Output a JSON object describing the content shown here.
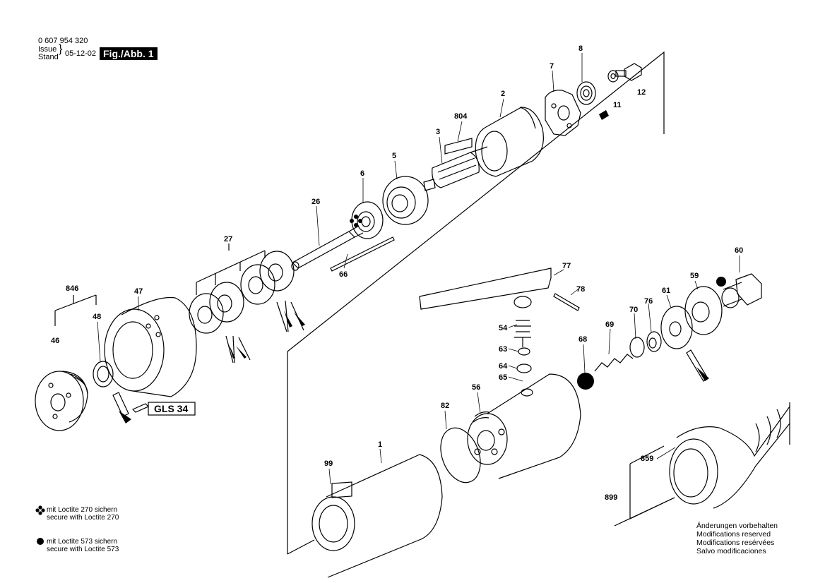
{
  "header": {
    "part_number": "0 607 954 320",
    "issue_label": "Issue",
    "stand_label": "Stand",
    "date": "05-12-02",
    "figure_label": "Fig./Abb. 1"
  },
  "callouts": [
    "8",
    "7",
    "2",
    "11",
    "12",
    "804",
    "3",
    "5",
    "6",
    "26",
    "27",
    "66",
    "77",
    "78",
    "60",
    "59",
    "61",
    "76",
    "70",
    "69",
    "68",
    "54",
    "63",
    "64",
    "65",
    "846",
    "47",
    "48",
    "46",
    "56",
    "82",
    "1",
    "99",
    "859",
    "899"
  ],
  "tube_label": "GLS 34",
  "legend": {
    "clover_line1": "mit Loctite 270 sichern",
    "clover_line2": "secure with Loctite 270",
    "dot_line1": "mit Loctite 573 sichern",
    "dot_line2": "secure with Loctite 573"
  },
  "modifications": [
    "Änderungen vorbehalten",
    "Modifications reserved",
    "Modifications resérvées",
    "Salvo modificaciones"
  ]
}
